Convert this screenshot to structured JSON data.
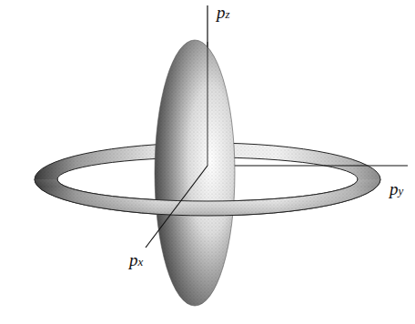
{
  "diagram": {
    "labels": [
      "pz",
      "py",
      "px"
    ]
  }
}
